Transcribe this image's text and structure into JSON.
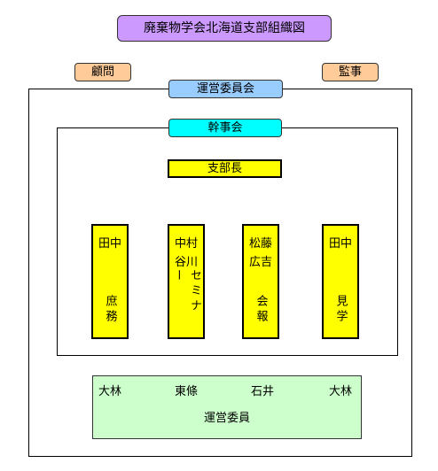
{
  "title": "廃棄物学会北海道支部組織図",
  "advisor": "顧問",
  "auditor": "監事",
  "steering_committee": "運営委員会",
  "executive_committee": "幹事会",
  "branch_chief": "支部長",
  "columns": [
    {
      "names": [
        "田中"
      ],
      "role": "庶務"
    },
    {
      "names": [
        "中村",
        "谷川"
      ],
      "role": "セミナー"
    },
    {
      "names": [
        "松藤",
        "広吉"
      ],
      "role": "会報"
    },
    {
      "names": [
        "田中"
      ],
      "role": "見学"
    }
  ],
  "members": {
    "names": [
      "大林",
      "東條",
      "石井",
      "大林"
    ],
    "label": "運営委員"
  }
}
